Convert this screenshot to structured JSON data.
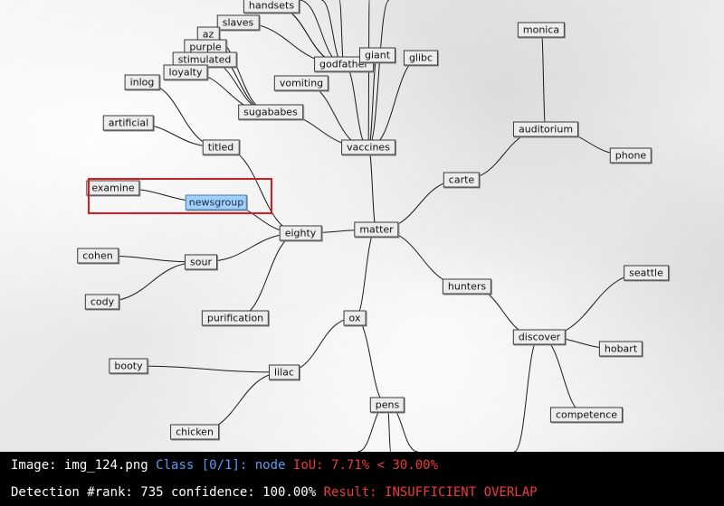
{
  "diagram": {
    "nodes": [
      {
        "id": "handsets",
        "label": "handsets"
      },
      {
        "id": "slaves",
        "label": "slaves"
      },
      {
        "id": "az",
        "label": "az"
      },
      {
        "id": "purple",
        "label": "purple"
      },
      {
        "id": "stimulated",
        "label": "stimulated"
      },
      {
        "id": "loyalty",
        "label": "loyalty"
      },
      {
        "id": "inlog",
        "label": "inlog"
      },
      {
        "id": "artificial",
        "label": "artificial"
      },
      {
        "id": "titled",
        "label": "titled"
      },
      {
        "id": "sugababes",
        "label": "sugababes"
      },
      {
        "id": "vomiting",
        "label": "vomiting"
      },
      {
        "id": "godfather",
        "label": "godfather"
      },
      {
        "id": "giant",
        "label": "giant"
      },
      {
        "id": "glibc",
        "label": "glibc"
      },
      {
        "id": "vaccines",
        "label": "vaccines"
      },
      {
        "id": "monica",
        "label": "monica"
      },
      {
        "id": "auditorium",
        "label": "auditorium"
      },
      {
        "id": "phone",
        "label": "phone"
      },
      {
        "id": "carte",
        "label": "carte"
      },
      {
        "id": "examine",
        "label": "examine"
      },
      {
        "id": "newsgroup",
        "label": "newsgroup"
      },
      {
        "id": "eighty",
        "label": "eighty"
      },
      {
        "id": "matter",
        "label": "matter"
      },
      {
        "id": "cohen",
        "label": "cohen"
      },
      {
        "id": "sour",
        "label": "sour"
      },
      {
        "id": "cody",
        "label": "cody"
      },
      {
        "id": "purification",
        "label": "purification"
      },
      {
        "id": "hunters",
        "label": "hunters"
      },
      {
        "id": "seattle",
        "label": "seattle"
      },
      {
        "id": "ox",
        "label": "ox"
      },
      {
        "id": "discover",
        "label": "discover"
      },
      {
        "id": "hobart",
        "label": "hobart"
      },
      {
        "id": "booty",
        "label": "booty"
      },
      {
        "id": "lilac",
        "label": "lilac"
      },
      {
        "id": "competence",
        "label": "competence"
      },
      {
        "id": "pens",
        "label": "pens"
      },
      {
        "id": "chicken",
        "label": "chicken"
      }
    ],
    "edges": [
      [
        "slaves",
        "godfather"
      ],
      [
        "handsets",
        "godfather"
      ],
      [
        "az",
        "sugababes"
      ],
      [
        "purple",
        "sugababes"
      ],
      [
        "stimulated",
        "sugababes"
      ],
      [
        "loyalty",
        "sugababes"
      ],
      [
        "inlog",
        "titled"
      ],
      [
        "artificial",
        "titled"
      ],
      [
        "sugababes",
        "vaccines"
      ],
      [
        "vomiting",
        "vaccines"
      ],
      [
        "godfather",
        "vaccines"
      ],
      [
        "giant",
        "vaccines"
      ],
      [
        "glibc",
        "vaccines"
      ],
      [
        "vaccines",
        "matter"
      ],
      [
        "titled",
        "eighty"
      ],
      [
        "examine",
        "newsgroup"
      ],
      [
        "newsgroup",
        "eighty"
      ],
      [
        "eighty",
        "matter"
      ],
      [
        "sour",
        "eighty"
      ],
      [
        "cohen",
        "sour"
      ],
      [
        "cody",
        "sour"
      ],
      [
        "purification",
        "eighty"
      ],
      [
        "matter",
        "carte"
      ],
      [
        "carte",
        "auditorium"
      ],
      [
        "monica",
        "auditorium"
      ],
      [
        "auditorium",
        "phone"
      ],
      [
        "matter",
        "hunters"
      ],
      [
        "hunters",
        "discover"
      ],
      [
        "discover",
        "seattle"
      ],
      [
        "discover",
        "hobart"
      ],
      [
        "discover",
        "competence"
      ],
      [
        "matter",
        "ox"
      ],
      [
        "ox",
        "lilac"
      ],
      [
        "ox",
        "pens"
      ],
      [
        "lilac",
        "booty"
      ],
      [
        "lilac",
        "chicken"
      ]
    ],
    "highlighted": "newsgroup"
  },
  "status": {
    "image_label": "Image: img_124.png",
    "class_label": "Class [0/1]: node",
    "iou_label": "IoU: 7.71% < 30.00%",
    "detection_label": "Detection #rank: 735 confidence: 100.00%",
    "result_label": "Result: INSUFFICIENT OVERLAP"
  }
}
